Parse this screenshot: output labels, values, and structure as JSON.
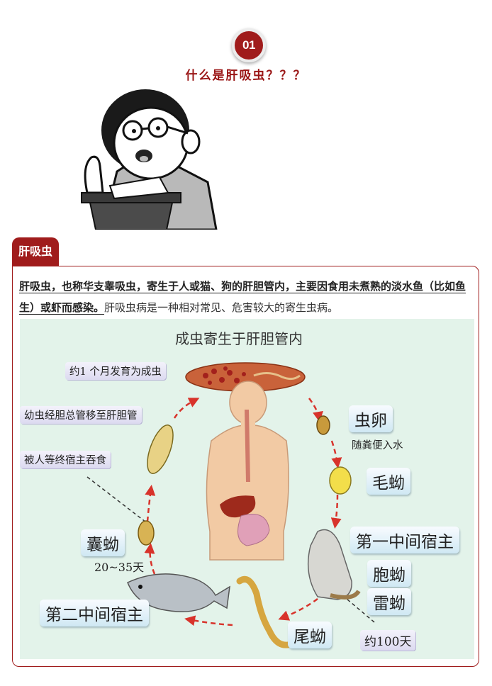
{
  "section": {
    "number": "01",
    "heading": "什么是肝吸虫？？？"
  },
  "card": {
    "tag": "肝吸虫",
    "desc_strong": "肝吸虫，也称华支睾吸虫，寄生于人或猫、狗的肝胆管内，主要因食用未煮熟的淡水鱼（比如鱼生）或虾而感染。",
    "desc_plain": "肝吸虫病是一种相对常见、危害较大的寄生虫病。"
  },
  "diagram": {
    "title": "成虫寄生于肝胆管内",
    "labels": {
      "adult": "约1 个月发育为成虫",
      "migrate": "幼虫经胆总管移至肝胆管",
      "eaten": "被人等终宿主吞食",
      "egg": "虫卵",
      "egg_note": "随粪便入水",
      "miracidium": "毛蚴",
      "host1": "第一中间宿主",
      "sporocyst": "胞蚴",
      "redia": "雷蚴",
      "cercaria": "尾蚴",
      "days100": "约100天",
      "host2": "第二中间宿主",
      "metacercaria": "囊蚴",
      "days2035": "20~35天"
    }
  }
}
